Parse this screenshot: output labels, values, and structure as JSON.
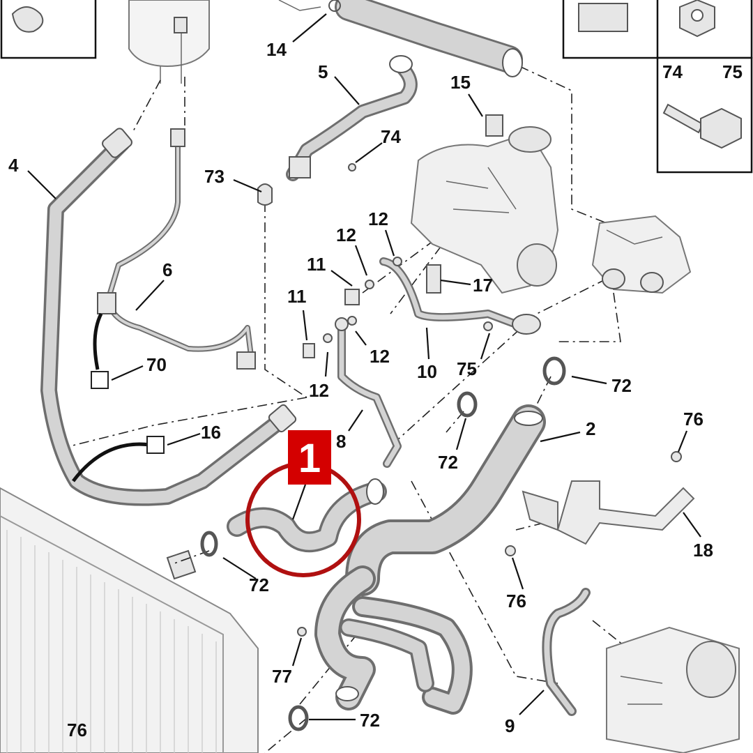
{
  "callout_numbers": {
    "n14": "14",
    "n5": "5",
    "n15": "15",
    "n74_top": "74",
    "n75_top": "75",
    "n74": "74",
    "n4": "4",
    "n73": "73",
    "n12_a": "12",
    "n12_b": "12",
    "n11_a": "11",
    "n11_b": "11",
    "n6": "6",
    "n17": "17",
    "n12_c": "12",
    "n12_d": "12",
    "n10": "10",
    "n75": "75",
    "n70": "70",
    "n72_a": "72",
    "n16": "16",
    "n8": "8",
    "n72_b": "72",
    "n2": "2",
    "n76_a": "76",
    "n18": "18",
    "n72_c": "72",
    "n76_b": "76",
    "n77": "77",
    "n72_d": "72",
    "n9": "9",
    "n76_c": "76"
  },
  "highlight": {
    "badge": "1",
    "badge_color": "#d40000",
    "ring_color": "#b01010"
  },
  "colors": {
    "hose_outline": "#6e6e6e",
    "hose_fill": "#d4d4d4",
    "line": "#111111"
  }
}
